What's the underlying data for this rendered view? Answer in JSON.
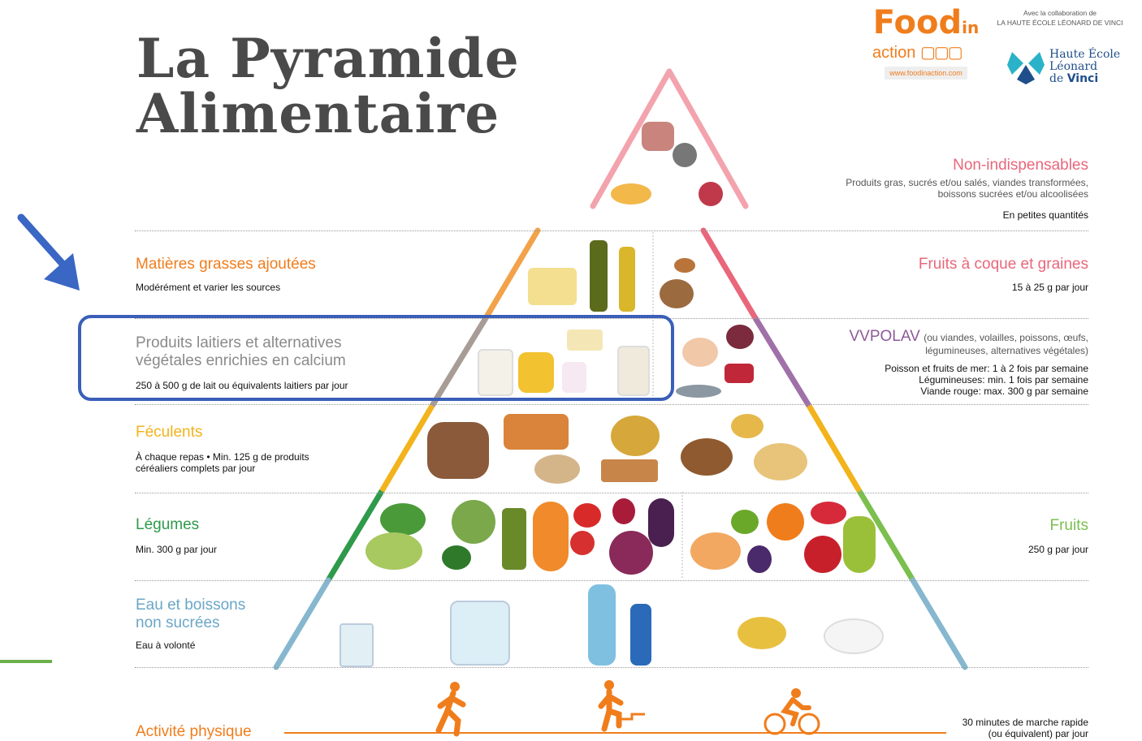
{
  "title": {
    "line1": "La Pyramide",
    "line2": "Alimentaire"
  },
  "logos": {
    "foodinaction": {
      "line1": "Food",
      "in": "in",
      "line2": "action",
      "url": "www.foodinaction.com"
    },
    "collab_line1": "Avec la collaboration de",
    "collab_line2": "LA HAUTE ÉCOLE LÉONARD DE VINCI",
    "hel_line1": "Haute École",
    "hel_line2": "Léonard",
    "hel_line3a": "de ",
    "hel_line3b": "Vinci"
  },
  "categories": {
    "non_indispensables": {
      "title": "Non-indispensables",
      "desc1": "Produits gras, sucrés et/ou salés, viandes transformées,",
      "desc2": "boissons sucrées et/ou alcoolisées",
      "note": "En petites quantités"
    },
    "matieres_grasses": {
      "title": "Matières grasses ajoutées",
      "desc": "Modérément et varier les sources"
    },
    "fruits_coque": {
      "title": "Fruits à coque et graines",
      "desc": "15 à 25 g par jour"
    },
    "produits_laitiers": {
      "title1": "Produits laitiers et alternatives",
      "title2": "végétales enrichies en calcium",
      "desc": "250 à 500 g de lait ou équivalents laitiers par jour"
    },
    "vvpolav": {
      "title": "VVPOLAV",
      "sub1": "(ou viandes, volailles, poissons, œufs,",
      "sub2": "légumineuses, alternatives végétales)",
      "desc1": "Poisson et fruits de mer: 1 à 2 fois par semaine",
      "desc2": "Légumineuses: min. 1 fois par semaine",
      "desc3": "Viande rouge: max. 300 g par semaine"
    },
    "feculents": {
      "title": "Féculents",
      "desc1": "À chaque repas • Min. 125 g de produits",
      "desc2": "céréaliers complets par jour"
    },
    "legumes": {
      "title": "Légumes",
      "desc": "Min. 300 g par jour"
    },
    "fruits": {
      "title": "Fruits",
      "desc": "250 g par jour"
    },
    "eau": {
      "title1": "Eau et boissons",
      "title2": "non sucrées",
      "desc": "Eau à volonté"
    },
    "activite": {
      "title": "Activité physique",
      "desc1": "30 minutes de marche rapide",
      "desc2": "(ou équivalent) par jour"
    }
  },
  "colors": {
    "orange": "#f07d1c",
    "pink": "#e8677b",
    "grey": "#8a8a8a",
    "purple": "#8e5a9a",
    "yellow": "#f2b31c",
    "green": "#2e9a4a",
    "blue": "#6aa6c6",
    "highlight": "#3a5fb8",
    "arrow": "#3a66c4"
  },
  "icons": [
    "walking-person-icon",
    "stairs-climber-icon",
    "cyclist-icon",
    "down-right-arrow-icon"
  ]
}
